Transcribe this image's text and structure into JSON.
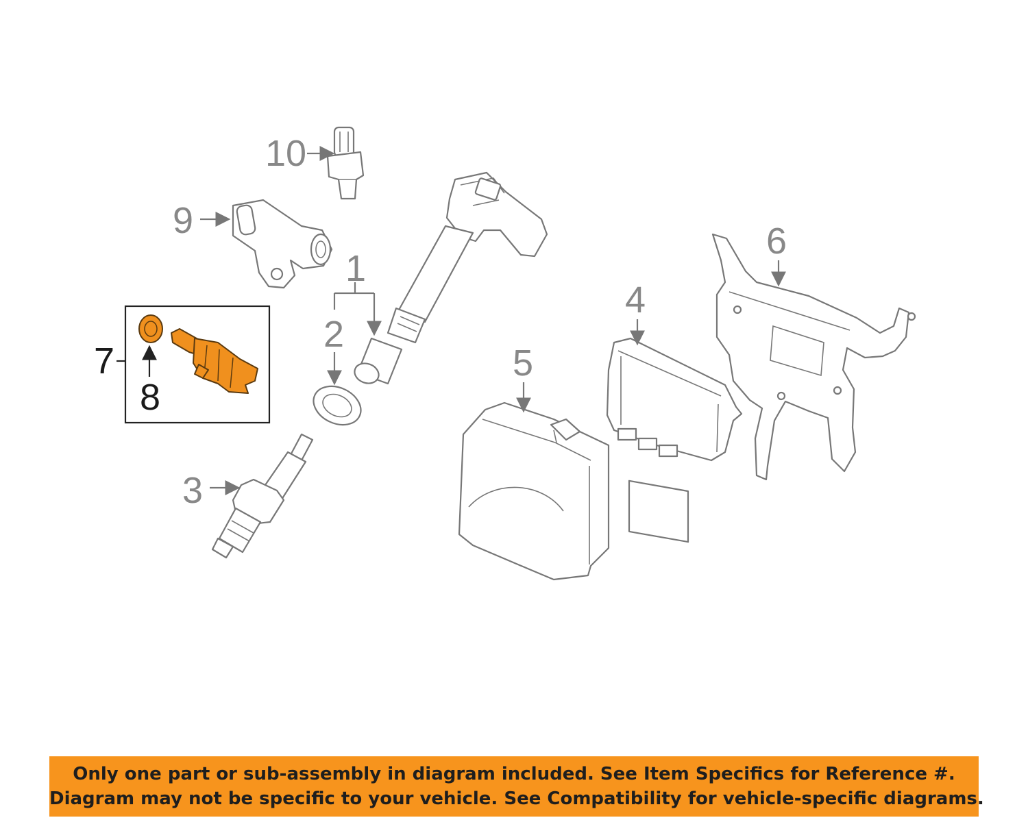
{
  "diagram": {
    "callouts": {
      "c1": "1",
      "c2": "2",
      "c3": "3",
      "c4": "4",
      "c5": "5",
      "c6": "6",
      "c7": "7",
      "c8": "8",
      "c9": "9",
      "c10": "10"
    },
    "highlight_color": "#f0901e"
  },
  "banner": {
    "line1": "Only one part or sub-assembly in diagram included. See Item Specifics for Reference #.",
    "line2": "Diagram may not be specific to your vehicle. See Compatibility for vehicle-specific diagrams.",
    "background": "#f7941d"
  }
}
